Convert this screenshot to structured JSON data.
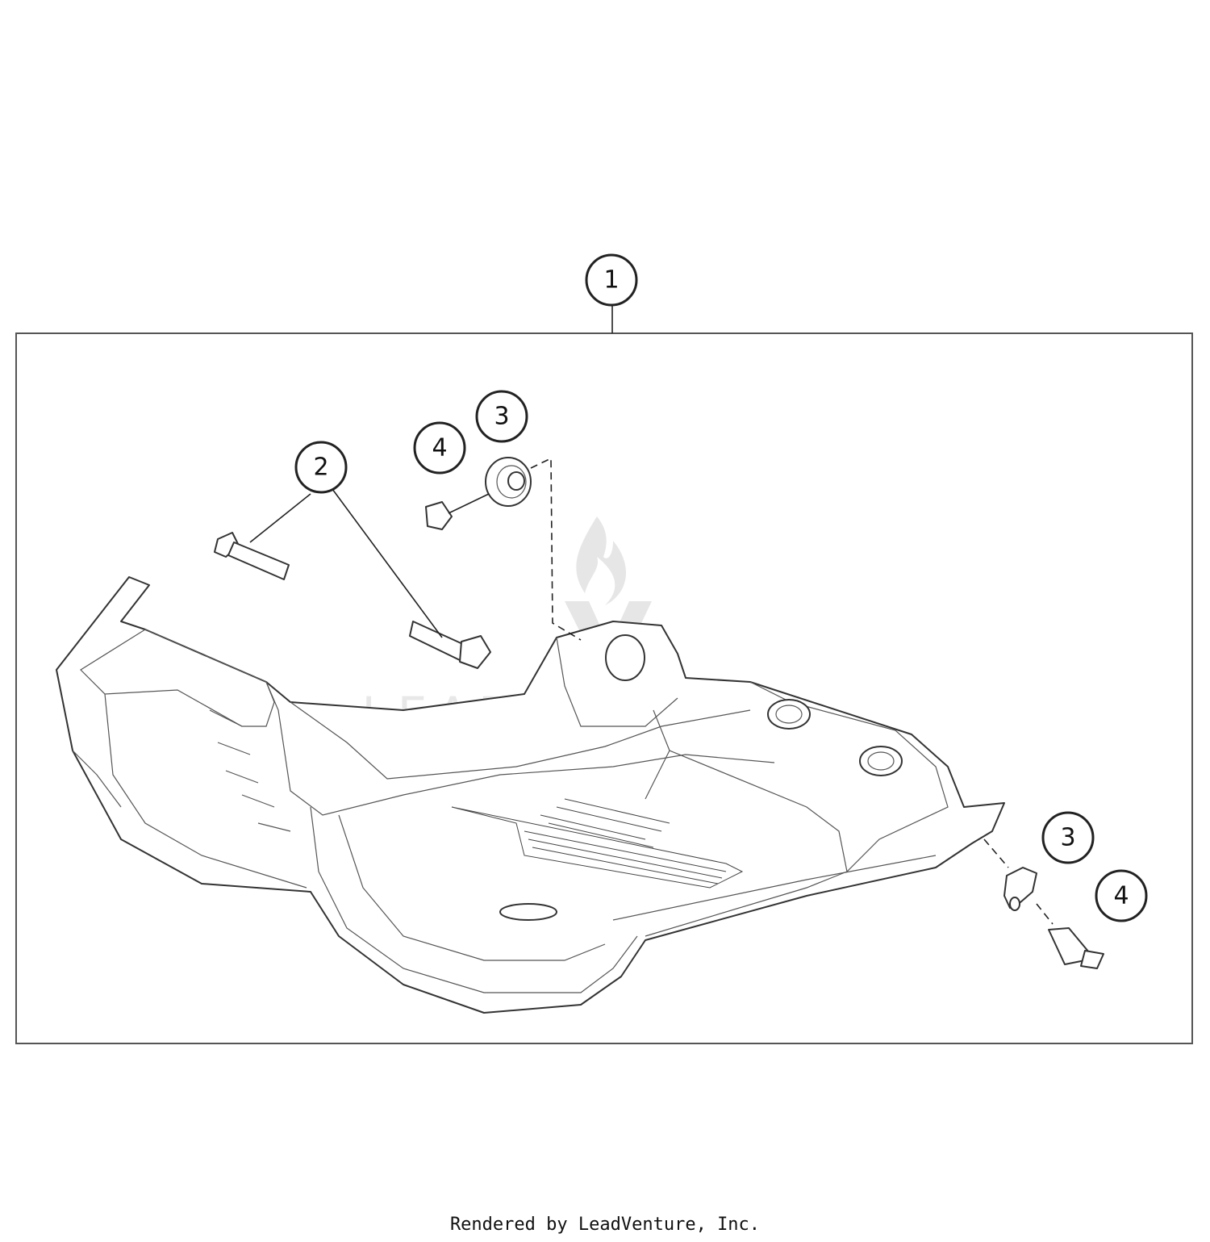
{
  "callouts": [
    {
      "id": "1",
      "label": "1"
    },
    {
      "id": "2",
      "label": "2"
    },
    {
      "id": "3a",
      "label": "3"
    },
    {
      "id": "4a",
      "label": "4"
    },
    {
      "id": "3b",
      "label": "3"
    },
    {
      "id": "4b",
      "label": "4"
    }
  ],
  "watermark": {
    "text": "LEADVENTURE"
  },
  "footer": {
    "text": "Rendered by LeadVenture, Inc."
  }
}
